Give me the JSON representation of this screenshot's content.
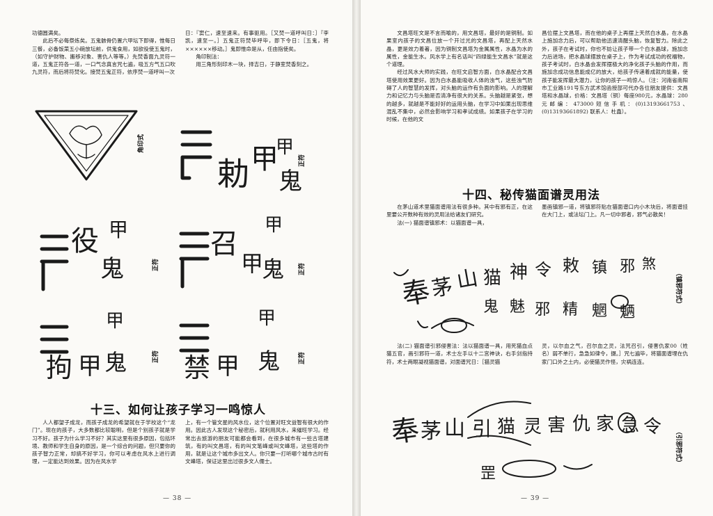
{
  "left": {
    "col1": [
      {
        "indent": false,
        "text": "功德圆满矣。"
      },
      {
        "indent": true,
        "text": "此后不必每祭炼矣。五鬼骸骨仍置六甲坛下即得，惟每日三餐，必备饭菜五小碗放坛前，供鬼食用，如欲役使五鬼时，（如守护财物、搬移对象、害仇人等等。）先焚香面九灵符一道，五鬼正符各一道，一口气念真言咒七遍，吸五方气五口吹九灵符，而后将符焚化。接焚五鬼正符，依序焚一道呼叫一次"
      }
    ],
    "col2": [
      {
        "indent": false,
        "text": "日：『窦仁，速至速来。有事驱用。［又焚一道呼叫日：］『李凯，速至一。］五鬼正符焚毕呼毕，即下令日：［五鬼，将××××××移动。］鬼即惟命是从，任由指使矣。"
      },
      {
        "indent": true,
        "text": "角印制法："
      },
      {
        "indent": true,
        "text": "用三角形刻印木一块，择吉日，于静室焚香刻之。"
      }
    ],
    "figure_labels": {
      "seal": "角印式",
      "zhengfu": "正符"
    },
    "section13_title": "十三、如何让孩子学习一鸣惊人",
    "col3": [
      {
        "indent": true,
        "text": "人人都望子成龙，而孩子成龙的希望就在于学校这个“龙门”。现在的孩子，大多数都比较聪明，但是个别孩子就是学习不好。孩子为什么学习不好？其实这里有很多原因，包括环境、教师和学生自身的原因，是一个综合的问题，但只要你的孩子智力正常，却搞不好学习，你可以考虑在风水上进行调理，一定能达到效果。因为在风水学"
      }
    ],
    "col4": [
      {
        "indent": false,
        "text": "上，有一个管文星的风水位，这个位置对旺文益智有很大的作用。因此古人发现这个秘密后，就利用风水，来催旺学习。经常出去旅游的朋友可能都会看到，在很多城市有一些古塔建筑，有的叫文昌塔，有的叫文笔峰或叫文峰塔，这些塔的作用，就是让这个城市多出文人。你只要一打听哪个城市古时有文峰塔，保证这里出过很多文人儒士。"
      }
    ],
    "page_number": "— 38 —"
  },
  "right": {
    "col1": [
      {
        "indent": true,
        "text": "文昌塔旺文是不言而喻的，用文昌塔，最好的是铜制。如果室内孩子的文昌位放一个开过光的文昌塔，再配上天然水晶，更是效力着著，因为铜制文昌塔为金属属性，水晶为水的属性，金能生水。风水学上有名话叫“四绿能生文昌水”就是这个道理。"
      },
      {
        "indent": true,
        "text": "经过风水大师的实践，在旺文启智方面，白水晶配合文昌塔使用效果更好。因为白水晶能吸收人体的浊气，这些浊气防碍了人的智慧的发挥，对头脑的运作有负面的影响。人的理解力和记忆力与头脑是否清净有很大的关系。头脑越是紧张，想的越多，就越是不能好好的运用头脑，在学习中如果出现思维混乱不集中，必然会影响学习和孝试成绩。如果孩子在学习的时候，在他的文"
      }
    ],
    "col2": [
      {
        "indent": false,
        "text": "昌位摆上文昌塔，而在他的桌子上再摆上天然白水晶，在水晶上施加念力后，可以帮助他迅速清醒头脑，恢复智力。除此之外，孩子在考试时，你也不妨让孩子带一个白水晶球，施加念力后进场，把水晶球摆放在桌子上，作为考试成功的祝福物，孩子考试时，白水晶会发挥摆极大的净化孩子头脑的作用，而施加念成功信息能成亿的放大，给孩子传递着成就的能量，使孩子能发挥最大潜力，让你的孩子一鸣惊人。（注：河南省南阳市工业路191号东方武术馆函授部可代办各位朋友提供：文昌塔和水晶球，价格：文昌塔（铜）每座980元，水晶球：280元邮编：473000短信手机：(0)13193661753、(0)13193661892) 联系人：杜鑫）。"
      }
    ],
    "section14_title": "十四、秘传猫面谱灵用法",
    "col3": [
      {
        "indent": true,
        "text": "在茅山道术里猫面谱用法有很多种。其中有邪有正，在这里要公开数种有效的灵用法给诸友们研究。"
      },
      {
        "indent": true,
        "text": "法(一) 猫面谱镇邪术：以猫面谱一具，"
      }
    ],
    "col4": [
      {
        "indent": false,
        "text": "墨画镇邪一道，将镇邪符贴在猫面谱口内小木块后，将面谱挂在大门上，或法坛门上。凡一切中邪者，邪气必散矣！"
      }
    ],
    "figure_label_1": "（镇邪符式）",
    "col5": [
      {
        "indent": true,
        "text": "法(二) 猫面谱引邪侵害法：法以猫面谱一具，用死猫血点猫五官，画引邪符一道，术士左手以十二宫神诀，右手剑指持符，术士两眼凝视猫面谱，对面谱咒日：［猫灵猫"
      }
    ],
    "col6": [
      {
        "indent": false,
        "text": "灵，以尔血之气，召尔血之灵，法咒召引，侵害仇家00（姓名）弱不单行，急急如律令，摄。］咒七遍毕，将猫面谱埋在仇家门口外之土内，必使猫灵作怪，灾祸连连。"
      }
    ],
    "figure_label_2": "（引邪符式）",
    "page_number": "— 39 —"
  }
}
